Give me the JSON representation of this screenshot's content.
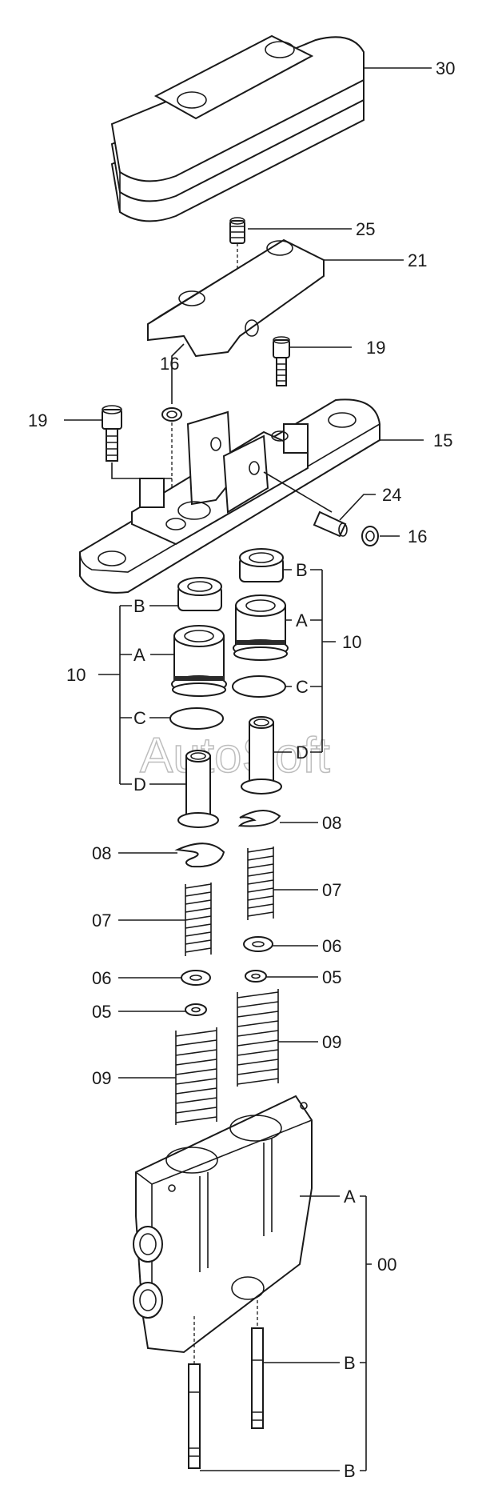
{
  "labels": {
    "p30": "30",
    "p25": "25",
    "p21": "21",
    "p19a": "19",
    "p16a": "16",
    "p19b": "19",
    "p15": "15",
    "p24": "24",
    "p16b": "16",
    "p10a": "10",
    "p10b": "10",
    "bL": "B",
    "aL": "A",
    "cL": "C",
    "dL": "D",
    "bR": "B",
    "aR": "A",
    "cR": "C",
    "dR": "D",
    "p08a": "08",
    "p08b": "08",
    "p07a": "07",
    "p07b": "07",
    "p06a": "06",
    "p06b": "06",
    "p05a": "05",
    "p05b": "05",
    "p09a": "09",
    "p09b": "09",
    "p00": "00",
    "aBody": "A",
    "bBody1": "B",
    "bBody2": "B"
  },
  "watermark": "AutoSoft"
}
